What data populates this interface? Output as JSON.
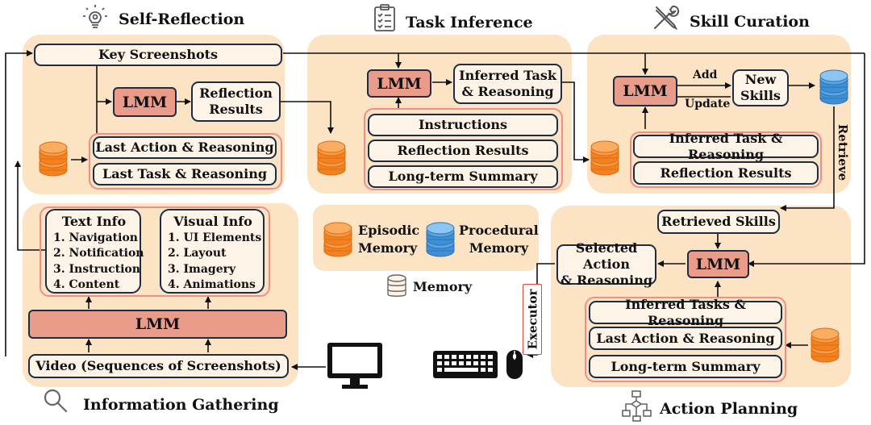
{
  "sections": {
    "self_reflection": "Self-Reflection",
    "task_inference": "Task Inference",
    "skill_curation": "Skill Curation",
    "information_gathering": "Information Gathering",
    "action_planning": "Action Planning",
    "memory": "Memory"
  },
  "lmm": "LMM",
  "self_reflection": {
    "key_screenshots": "Key Screenshots",
    "reflection_results": [
      "Reflection",
      "Results"
    ],
    "last_action": "Last Action & Reasoning",
    "last_task": "Last Task & Reasoning"
  },
  "task_inference": {
    "inferred_task": [
      "Inferred Task",
      "& Reasoning"
    ],
    "instructions": "Instructions",
    "reflection_results": "Reflection Results",
    "long_term_summary": "Long-term Summary"
  },
  "skill_curation": {
    "add": "Add",
    "update": "Update",
    "new_skills": [
      "New",
      "Skills"
    ],
    "inferred_task": "Inferred Task & Reasoning",
    "reflection_results": "Reflection Results",
    "retrieve": "Retrieve"
  },
  "memory_legend": {
    "episodic": [
      "Episodic",
      "Memory"
    ],
    "procedural": [
      "Procedural",
      "Memory"
    ]
  },
  "information_gathering": {
    "text_info": {
      "title": "Text Info",
      "items": [
        "1. Navigation",
        "2. Notification",
        "3. Instruction",
        "4. Content"
      ]
    },
    "visual_info": {
      "title": "Visual Info",
      "items": [
        "1. UI Elements",
        "2. Layout",
        "3. Imagery",
        "4. Animations"
      ]
    },
    "video": "Video (Sequences of Screenshots)"
  },
  "action_planning": {
    "retrieved_skills": "Retrieved Skills",
    "selected_action": [
      "Selected Action",
      "& Reasoning"
    ],
    "inferred_tasks": "Inferred Tasks & Reasoning",
    "last_action": "Last Action & Reasoning",
    "long_term_summary": "Long-term Summary",
    "executor": "Executor"
  },
  "colors": {
    "panel": "#fbe3c4",
    "box_border": "#1c2c44",
    "group_border": "#f08f88",
    "lmm_fill": "#ea9c8a",
    "episodic": "#f2821f",
    "procedural": "#3f8fd4"
  },
  "icons": {
    "self_reflection": "lightbulb-gear-icon",
    "task_inference": "checklist-icon",
    "skill_curation": "tools-icon",
    "information_gathering": "magnifier-icon",
    "action_planning": "flowchart-icon",
    "memory": "database-icon",
    "monitor": "monitor-icon",
    "keyboard": "keyboard-icon",
    "mouse": "mouse-icon"
  }
}
